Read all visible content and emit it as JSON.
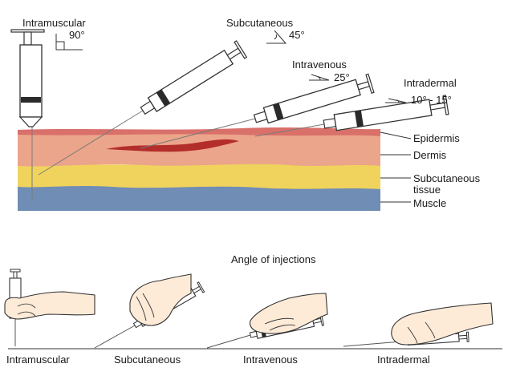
{
  "top_diagram": {
    "injections": [
      {
        "name": "Intramuscular",
        "angle": "90°"
      },
      {
        "name": "Subcutaneous",
        "angle": "45°"
      },
      {
        "name": "Intravenous",
        "angle": "25°"
      },
      {
        "name": "Intradermal",
        "angle": "10° - 15°"
      }
    ],
    "layers": [
      {
        "name": "Epidermis",
        "line2": ""
      },
      {
        "name": "Dermis",
        "line2": ""
      },
      {
        "name": "Subcutaneous",
        "line2": "tissue"
      },
      {
        "name": "Muscle",
        "line2": ""
      }
    ],
    "colors": {
      "epidermis": "#d9706a",
      "dermis": "#eba58a",
      "subcutaneous": "#f0d35c",
      "muscle": "#6f8db5",
      "vein": "#b32d2a",
      "syringe_band": "#2a2a2a"
    }
  },
  "bottom_diagram": {
    "title": "Angle of injections",
    "labels": [
      "Intramuscular",
      "Subcutaneous",
      "Intravenous",
      "Intradermal"
    ],
    "colors": {
      "skin_hand": "#fdebd8",
      "outline": "#333333"
    }
  }
}
